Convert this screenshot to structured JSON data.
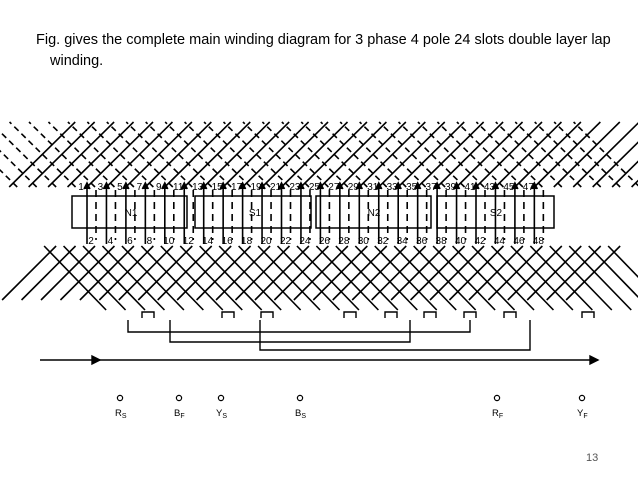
{
  "caption": "Fig.  gives the complete main winding diagram for 3 phase 4 pole 24 slots double layer lap winding.",
  "page_number": "13",
  "top_conductor_numbers": [
    "1",
    "3",
    "5",
    "7",
    "9",
    "11",
    "13",
    "15",
    "17",
    "19",
    "21",
    "23",
    "25",
    "27",
    "29",
    "31",
    "33",
    "35",
    "37",
    "39",
    "41",
    "43",
    "45",
    "47"
  ],
  "bottom_conductor_numbers": [
    "2",
    "4",
    "6",
    "8",
    "10",
    "12",
    "14",
    "16",
    "18",
    "20",
    "22",
    "24",
    "26",
    "28",
    "30",
    "32",
    "34",
    "36",
    "38",
    "40",
    "42",
    "44",
    "46",
    "48"
  ],
  "poles": [
    "N1",
    "S1",
    "N2",
    "S2"
  ],
  "terminals": [
    {
      "main": "R",
      "sub": "S"
    },
    {
      "main": "B",
      "sub": "F"
    },
    {
      "main": "Y",
      "sub": "S"
    },
    {
      "main": "B",
      "sub": "S"
    },
    {
      "main": "R",
      "sub": "F"
    },
    {
      "main": "Y",
      "sub": "F"
    }
  ]
}
